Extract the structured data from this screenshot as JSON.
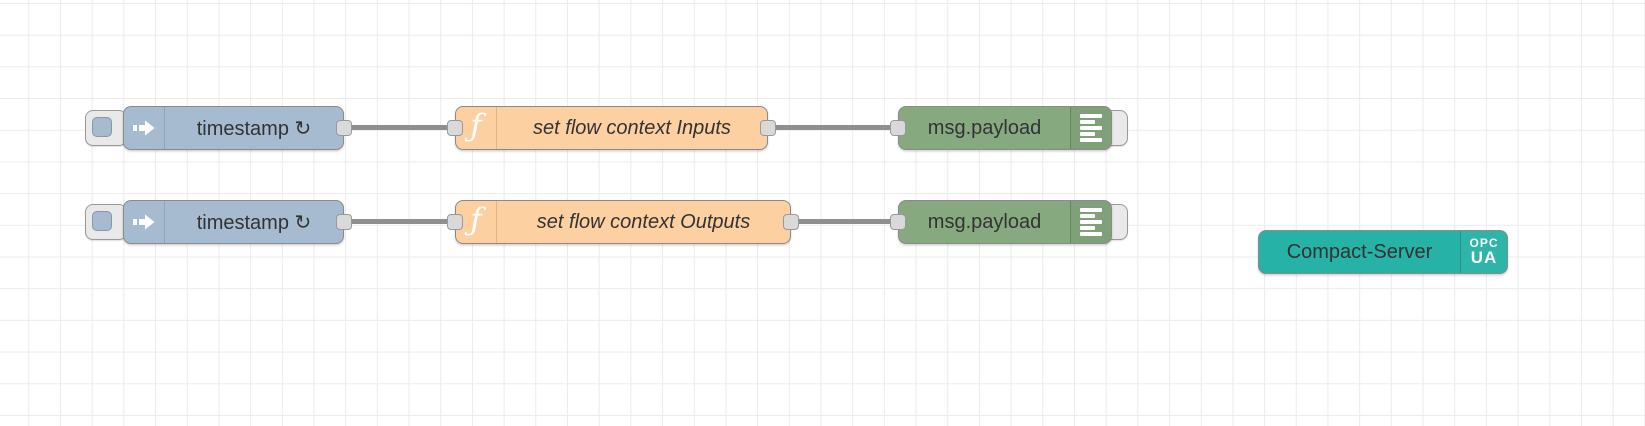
{
  "app": "node-red-flow-editor",
  "colors": {
    "canvas-bg": "#ffffff",
    "grid-line": "#ebebeb",
    "inject-fill": "#a6bbcf",
    "function-fill": "#fdd0a2",
    "debug-fill": "#87a980",
    "opcua-fill": "#26b2a6",
    "wire": "#8f8f8f",
    "port-fill": "#d9d9d9",
    "port-border": "#999999",
    "node-border": "#8a8a8a",
    "button-fill": "#e9e9e9",
    "inject-button-inner": "#a6bbcf",
    "label": "#333333"
  },
  "nodes": {
    "inject1": {
      "type": "inject",
      "label": "timestamp ↻",
      "icon": "inject-arrow-icon"
    },
    "function1": {
      "type": "function",
      "label": "set flow context Inputs",
      "icon": "function-f-icon"
    },
    "debug1": {
      "type": "debug",
      "label": "msg.payload",
      "icon": "debug-list-icon"
    },
    "inject2": {
      "type": "inject",
      "label": "timestamp ↻",
      "icon": "inject-arrow-icon"
    },
    "function2": {
      "type": "function",
      "label": "set flow context Outputs",
      "icon": "function-f-icon"
    },
    "debug2": {
      "type": "debug",
      "label": "msg.payload",
      "icon": "debug-list-icon"
    },
    "opcua_server": {
      "type": "opcua-compact-server",
      "label": "Compact-Server",
      "badge_line1": "OPC",
      "badge_line2": "UA"
    }
  },
  "connections": [
    {
      "from": "inject1",
      "to": "function1"
    },
    {
      "from": "function1",
      "to": "debug1"
    },
    {
      "from": "inject2",
      "to": "function2"
    },
    {
      "from": "function2",
      "to": "debug2"
    }
  ]
}
